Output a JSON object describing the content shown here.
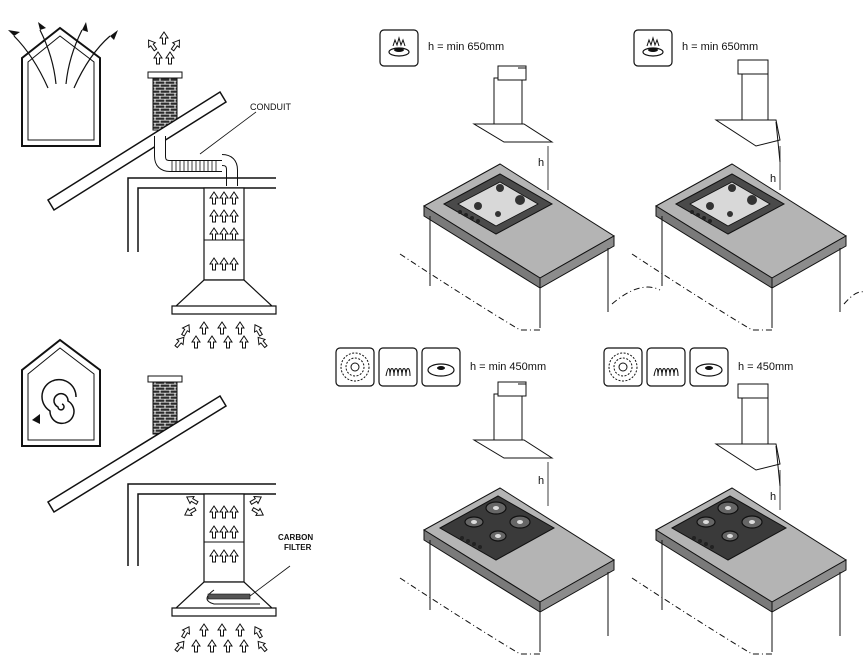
{
  "labels": {
    "conduit": "CONDUIT",
    "carbon_filter_line1": "CARBON",
    "carbon_filter_line2": "FILTER",
    "height_marker": "h"
  },
  "requirements": {
    "gas_island": "h = min 650mm",
    "gas_wall": "h = min 650mm",
    "electric_island": "h = min 450mm",
    "electric_wall": "h = 450mm"
  },
  "icons": {
    "gas": "gas-burner-icon",
    "induction": "induction-hob-icon",
    "halogen": "halogen-coil-icon",
    "hotplate": "solid-hotplate-icon"
  },
  "colors": {
    "line": "#1a1a1a",
    "brick": "#333333",
    "counter_top": "#9a9a9a",
    "hob": "#3a3a3a"
  }
}
